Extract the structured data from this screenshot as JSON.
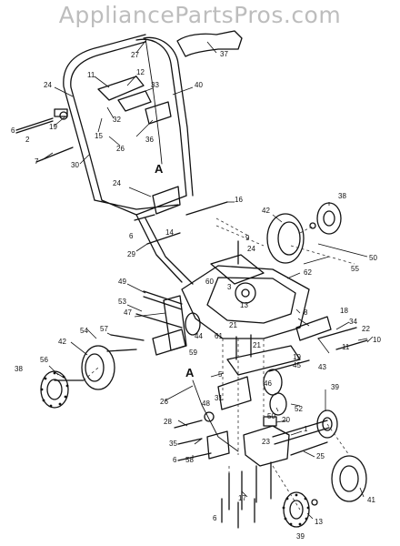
{
  "watermark": "AppliancePartsPros.com",
  "section_marks": [
    {
      "id": "A-upper",
      "label": "A"
    },
    {
      "id": "A-lower",
      "label": "A"
    }
  ],
  "callouts": [
    {
      "id": "c37",
      "label": "37"
    },
    {
      "id": "c27",
      "label": "27"
    },
    {
      "id": "c11",
      "label": "11"
    },
    {
      "id": "c12",
      "label": "12"
    },
    {
      "id": "c33",
      "label": "33"
    },
    {
      "id": "c40",
      "label": "40"
    },
    {
      "id": "c24a",
      "label": "24"
    },
    {
      "id": "c32",
      "label": "32"
    },
    {
      "id": "c19a",
      "label": "19"
    },
    {
      "id": "c6a",
      "label": "6"
    },
    {
      "id": "c2",
      "label": "2"
    },
    {
      "id": "c15",
      "label": "15"
    },
    {
      "id": "c36",
      "label": "36"
    },
    {
      "id": "c26a",
      "label": "26"
    },
    {
      "id": "c7",
      "label": "7"
    },
    {
      "id": "c30",
      "label": "30"
    },
    {
      "id": "c24b",
      "label": "24"
    },
    {
      "id": "c16",
      "label": "16"
    },
    {
      "id": "c6b",
      "label": "6"
    },
    {
      "id": "c14",
      "label": "14"
    },
    {
      "id": "c42a",
      "label": "42"
    },
    {
      "id": "c38a",
      "label": "38"
    },
    {
      "id": "c29",
      "label": "29"
    },
    {
      "id": "c9",
      "label": "9"
    },
    {
      "id": "c24c",
      "label": "24"
    },
    {
      "id": "c50a",
      "label": "50"
    },
    {
      "id": "c55",
      "label": "55"
    },
    {
      "id": "c49",
      "label": "49"
    },
    {
      "id": "c62",
      "label": "62"
    },
    {
      "id": "c60",
      "label": "60"
    },
    {
      "id": "c3",
      "label": "3"
    },
    {
      "id": "c13",
      "label": "13"
    },
    {
      "id": "c53",
      "label": "53"
    },
    {
      "id": "c47",
      "label": "47"
    },
    {
      "id": "c8",
      "label": "8"
    },
    {
      "id": "c18",
      "label": "18"
    },
    {
      "id": "c21a",
      "label": "21"
    },
    {
      "id": "c57",
      "label": "57"
    },
    {
      "id": "c54",
      "label": "54"
    },
    {
      "id": "c44",
      "label": "44"
    },
    {
      "id": "c34",
      "label": "34"
    },
    {
      "id": "c22",
      "label": "22"
    },
    {
      "id": "c42b",
      "label": "42"
    },
    {
      "id": "c61",
      "label": "61"
    },
    {
      "id": "c59",
      "label": "59"
    },
    {
      "id": "c21b",
      "label": "21"
    },
    {
      "id": "c11b",
      "label": "11"
    },
    {
      "id": "c10",
      "label": "10"
    },
    {
      "id": "c19b",
      "label": "19"
    },
    {
      "id": "c45",
      "label": "45"
    },
    {
      "id": "c43",
      "label": "43"
    },
    {
      "id": "c38b",
      "label": "38"
    },
    {
      "id": "c56",
      "label": "56"
    },
    {
      "id": "c5",
      "label": "5"
    },
    {
      "id": "c46",
      "label": "46"
    },
    {
      "id": "c26b",
      "label": "26"
    },
    {
      "id": "c31",
      "label": "31"
    },
    {
      "id": "c52",
      "label": "52"
    },
    {
      "id": "c50b",
      "label": "50"
    },
    {
      "id": "c39a",
      "label": "39"
    },
    {
      "id": "c28",
      "label": "28"
    },
    {
      "id": "c48",
      "label": "48"
    },
    {
      "id": "c20",
      "label": "20"
    },
    {
      "id": "c1",
      "label": "1"
    },
    {
      "id": "c35",
      "label": "35"
    },
    {
      "id": "c58",
      "label": "58"
    },
    {
      "id": "c23",
      "label": "23"
    },
    {
      "id": "c25",
      "label": "25"
    },
    {
      "id": "c6c",
      "label": "6"
    },
    {
      "id": "c17",
      "label": "17"
    },
    {
      "id": "c41",
      "label": "41"
    },
    {
      "id": "c6d",
      "label": "6"
    },
    {
      "id": "c13b",
      "label": "13"
    },
    {
      "id": "c39b",
      "label": "39"
    }
  ]
}
